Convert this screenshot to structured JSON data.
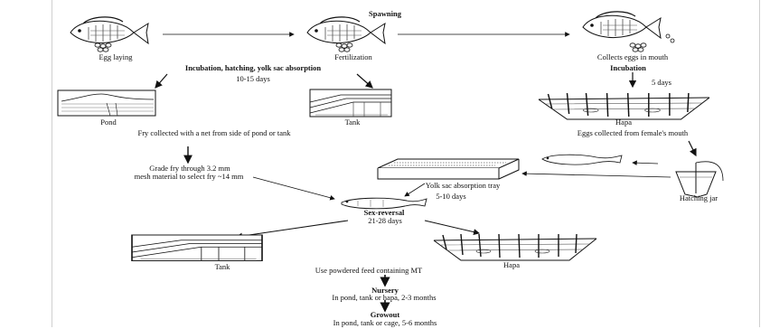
{
  "title": "Spawning",
  "stages": {
    "egg_laying": "Egg laying",
    "fertilization": "Fertilization",
    "collects_eggs": "Collects eggs in mouth",
    "incubation_header": "Incubation, hatching, yolk sac absorption",
    "incubation_days": "10-15 days",
    "incubation_right": "Incubation",
    "incubation_right_days": "5 days",
    "pond": "Pond",
    "tank_top": "Tank",
    "hapa_top": "Hapa",
    "fry_collected": "Fry collected with a net from side of pond or tank",
    "eggs_collected": "Eggs collected from female's mouth",
    "grade_fry_1": "Grade fry through 3.2 mm",
    "grade_fry_2": "mesh material to select fry ~14 mm",
    "yolk_tray": "Yolk sac absorption tray",
    "yolk_days": "5-10 days",
    "hatching_jar": "Hatching jar",
    "sex_reversal": "Sex-reversal",
    "sex_reversal_days": "21-28 days",
    "tank_bottom": "Tank",
    "hapa_bottom": "Hapa",
    "feed": "Use powdered feed containing MT",
    "nursery": "Nursery",
    "nursery_detail": "In pond, tank or hapa, 2-3 months",
    "growout": "Growout",
    "growout_detail": "In pond, tank or cage, 5-6 months"
  },
  "icons": [
    "fish-icon",
    "egg-icon",
    "pond-icon",
    "tank-icon",
    "hapa-icon",
    "tray-icon",
    "hatching-jar-icon",
    "fry-icon"
  ]
}
